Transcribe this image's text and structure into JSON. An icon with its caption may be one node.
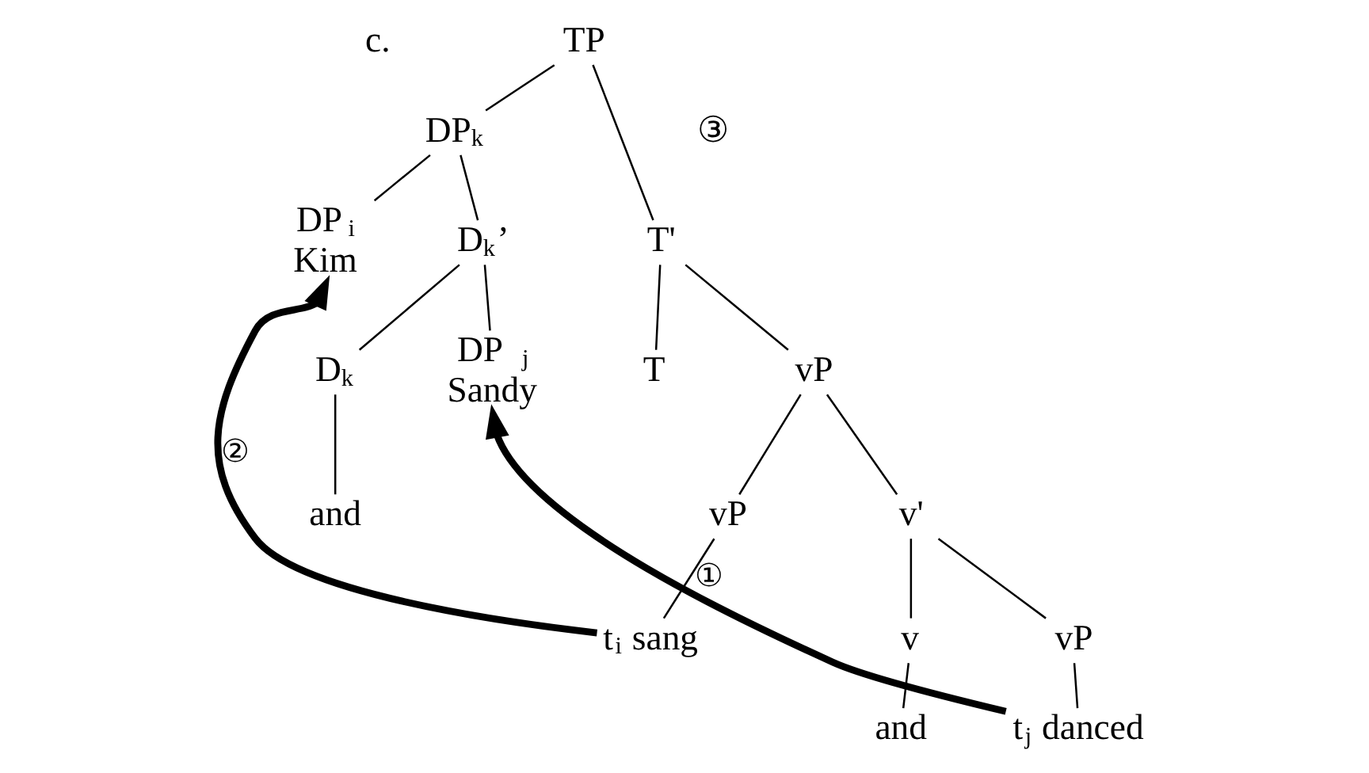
{
  "diagram": {
    "nodes": [
      {
        "text": [
          "TP"
        ]
      },
      {
        "text": [
          "DP$_{k}$"
        ]
      },
      {
        "text": [
          "T'"
        ]
      },
      {
        "text": [
          "DP$_{i}$",
          "Kim"
        ]
      },
      {
        "text": [
          "D$_{k}$’"
        ]
      },
      {
        "text": [
          "T"
        ]
      },
      {
        "text": [
          "vP"
        ]
      },
      {
        "text": [
          "D$_{k}$"
        ]
      },
      {
        "text": [
          "DP$_{j}$",
          "Sandy"
        ]
      },
      {
        "text": [
          "vP"
        ]
      },
      {
        "text": [
          "v'"
        ]
      },
      {
        "text": [
          "and"
        ]
      },
      {
        "text": [
          "t$_{i}$ sang"
        ]
      },
      {
        "text": [
          "v"
        ]
      },
      {
        "text": [
          "vP"
        ]
      },
      {
        "text": [
          "and"
        ]
      },
      {
        "text": [
          "t$_{j}$ danced"
        ]
      }
    ],
    "edges": [
      {
        "from": 0,
        "to": 1,
        "arrow": "none"
      },
      {
        "from": 0,
        "to": 2,
        "arrow": "none"
      },
      {
        "from": 1,
        "to": 3,
        "arrow": "none"
      },
      {
        "from": 1,
        "to": 4,
        "arrow": "none"
      },
      {
        "from": 2,
        "to": 5,
        "arrow": "none"
      },
      {
        "from": 2,
        "to": 6,
        "arrow": "none"
      },
      {
        "from": 4,
        "to": 7,
        "arrow": "none"
      },
      {
        "from": 4,
        "to": 8,
        "arrow": "none"
      },
      {
        "from": 6,
        "to": 9,
        "arrow": "none"
      },
      {
        "from": 6,
        "to": 10,
        "arrow": "none"
      },
      {
        "from": 7,
        "to": 11,
        "arrow": "none"
      },
      {
        "from": 9,
        "to": 12,
        "arrow": "none"
      },
      {
        "from": 10,
        "to": 13,
        "arrow": "none"
      },
      {
        "from": 10,
        "to": 14,
        "arrow": "none"
      },
      {
        "from": 13,
        "to": 15,
        "arrow": "none"
      },
      {
        "from": 14,
        "to": 16,
        "arrow": "none"
      },
      {
        "from": 12,
        "to": 3,
        "arrow": "to",
        "label": "②",
        "style": "thick"
      },
      {
        "from": 16,
        "to": 8,
        "arrow": "to",
        "label": "①",
        "style": "thick"
      }
    ],
    "labels": [
      "c.",
      "③"
    ]
  }
}
